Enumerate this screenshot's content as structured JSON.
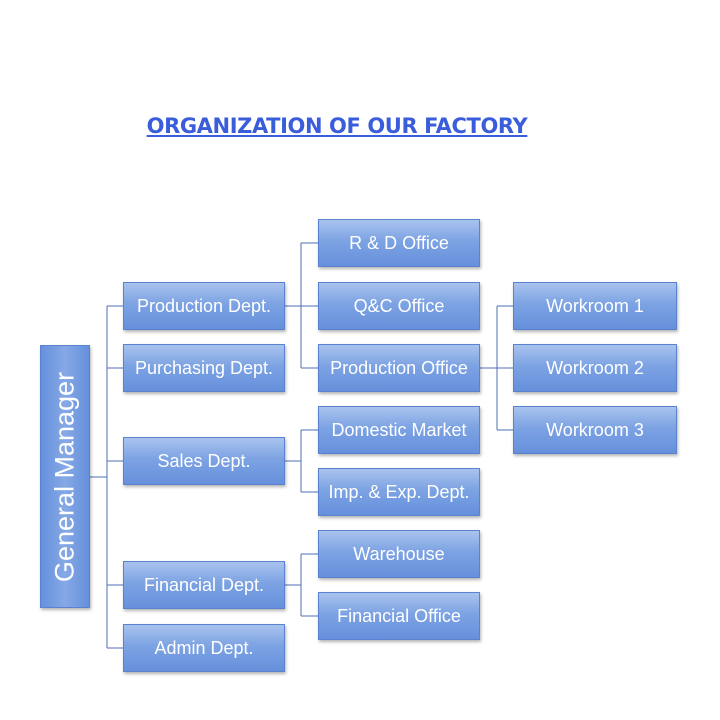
{
  "title": "ORGANIZATION OF OUR FACTORY",
  "root": {
    "label": "General Manager"
  },
  "departments": [
    {
      "id": "production",
      "label": "Production Dept."
    },
    {
      "id": "purchasing",
      "label": "Purchasing Dept."
    },
    {
      "id": "sales",
      "label": "Sales Dept."
    },
    {
      "id": "financial",
      "label": "Financial Dept."
    },
    {
      "id": "admin",
      "label": "Admin Dept."
    }
  ],
  "offices": [
    {
      "id": "rd",
      "label": "R & D Office"
    },
    {
      "id": "qc",
      "label": "Q&C Office"
    },
    {
      "id": "production-office",
      "label": "Production Office"
    },
    {
      "id": "domestic",
      "label": "Domestic Market"
    },
    {
      "id": "impexp",
      "label": "Imp. & Exp. Dept."
    },
    {
      "id": "warehouse",
      "label": "Warehouse"
    },
    {
      "id": "financial-office",
      "label": "Financial Office"
    }
  ],
  "workrooms": [
    {
      "id": "w1",
      "label": "Workroom 1"
    },
    {
      "id": "w2",
      "label": "Workroom 2"
    },
    {
      "id": "w3",
      "label": "Workroom 3"
    }
  ],
  "colors": {
    "box": "#7da3e3",
    "line": "#4f6fb8",
    "title": "#3a5ddb"
  }
}
